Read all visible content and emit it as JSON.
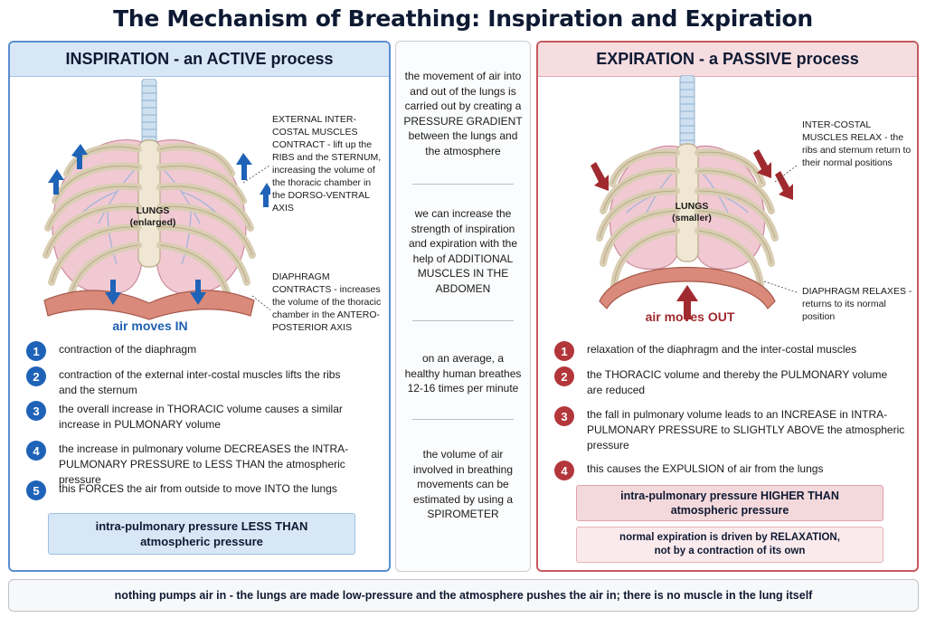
{
  "title": "The Mechanism of Breathing: Inspiration and Expiration",
  "inspiration": {
    "heading": "INSPIRATION - an ACTIVE process",
    "lungs_label": "LUNGS",
    "lungs_sub": "(enlarged)",
    "annotation_top": "EXTERNAL INTER-COSTAL MUSCLES CONTRACT - lift up the RIBS and the STERNUM, increasing the volume of the thoracic chamber in the DORSO-VENTRAL AXIS",
    "annotation_bottom": "DIAPHRAGM CONTRACTS - increases the volume of the thoracic chamber in the ANTERO-POSTERIOR AXIS",
    "air_label": "air moves IN",
    "steps": [
      {
        "n": "1",
        "text": "contraction of the diaphragm"
      },
      {
        "n": "2",
        "text": "contraction of the external inter-costal muscles lifts the ribs and the sternum"
      },
      {
        "n": "3",
        "text": "the overall increase in THORACIC volume causes a similar increase in PULMONARY volume"
      },
      {
        "n": "4",
        "text": "the increase in pulmonary volume DECREASES the INTRA-PULMONARY PRESSURE to LESS THAN the atmospheric pressure"
      },
      {
        "n": "5",
        "text": "this FORCES the air from outside to move INTO the lungs"
      }
    ],
    "summary": "intra-pulmonary pressure LESS THAN atmospheric pressure",
    "color_accent": "#1f63b8"
  },
  "middle": {
    "notes": [
      "the movement of air into and out of the lungs is carried out by creating a PRESSURE GRADIENT between the lungs and the atmosphere",
      "we can increase the strength of inspiration and expiration with the help of ADDITIONAL MUSCLES IN THE ABDOMEN",
      "on an average, a healthy human breathes 12-16 times per minute",
      "the volume of air involved in breathing movements can be estimated by using a SPIROMETER"
    ]
  },
  "expiration": {
    "heading": "EXPIRATION - a PASSIVE process",
    "lungs_label": "LUNGS",
    "lungs_sub": "(smaller)",
    "annotation_top": "INTER-COSTAL MUSCLES RELAX - the ribs and sternum return to their normal positions",
    "annotation_bottom": "DIAPHRAGM RELAXES - returns to its normal position",
    "air_label": "air moves OUT",
    "steps": [
      {
        "n": "1",
        "text": "relaxation of the diaphragm and the inter-costal muscles"
      },
      {
        "n": "2",
        "text": "the THORACIC volume and thereby the PULMONARY volume are reduced"
      },
      {
        "n": "3",
        "text": "the fall in pulmonary volume leads to an INCREASE in INTRA-PULMONARY PRESSURE to SLIGHTLY ABOVE the atmospheric pressure"
      },
      {
        "n": "4",
        "text": "this causes the EXPULSION of air from the lungs"
      }
    ],
    "summary": "intra-pulmonary pressure HIGHER THAN atmospheric pressure",
    "note": "normal expiration is driven by RELAXATION, not by a contraction of its own",
    "color_accent": "#b3363b"
  },
  "footer": "nothing pumps air in - the lungs are made low-pressure and the atmosphere pushes the air in; there is no muscle in the lung itself"
}
